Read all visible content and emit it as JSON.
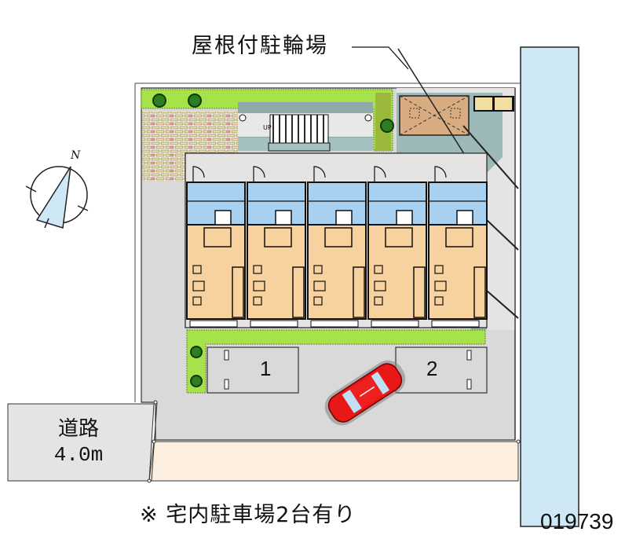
{
  "diagram": {
    "type": "site-plan",
    "labels": {
      "covered_bicycle_parking": "屋根付駐輪場",
      "road_name": "道路",
      "road_width": "4.0m",
      "parking_note": "※ 宅内駐車場2台有り",
      "property_code": "019739",
      "stair_marker": "UP",
      "north_marker": "N"
    },
    "parking_slots": [
      {
        "number": "1"
      },
      {
        "number": "2"
      }
    ],
    "units": [
      {
        "index": 1
      },
      {
        "index": 2
      },
      {
        "index": 3
      },
      {
        "index": 4
      },
      {
        "index": 5
      }
    ],
    "colors": {
      "river_canal": "#cfe8f5",
      "lot_ground": "#d9d9d9",
      "building_bg": "#e6e4e2",
      "wet_area": "#a8d0f0",
      "living_room": "#f8d29e",
      "planting": "#a6e34a",
      "planting_dark": "#9ab83a",
      "bike_parking": "#d9ab80",
      "brick": "#efe2a8",
      "brick_accent": "#e8a0a8",
      "sidewalk": "#fcefe0",
      "road": "#e4e4e4",
      "car": "#e81818",
      "shade": "#8fb0b0"
    }
  }
}
